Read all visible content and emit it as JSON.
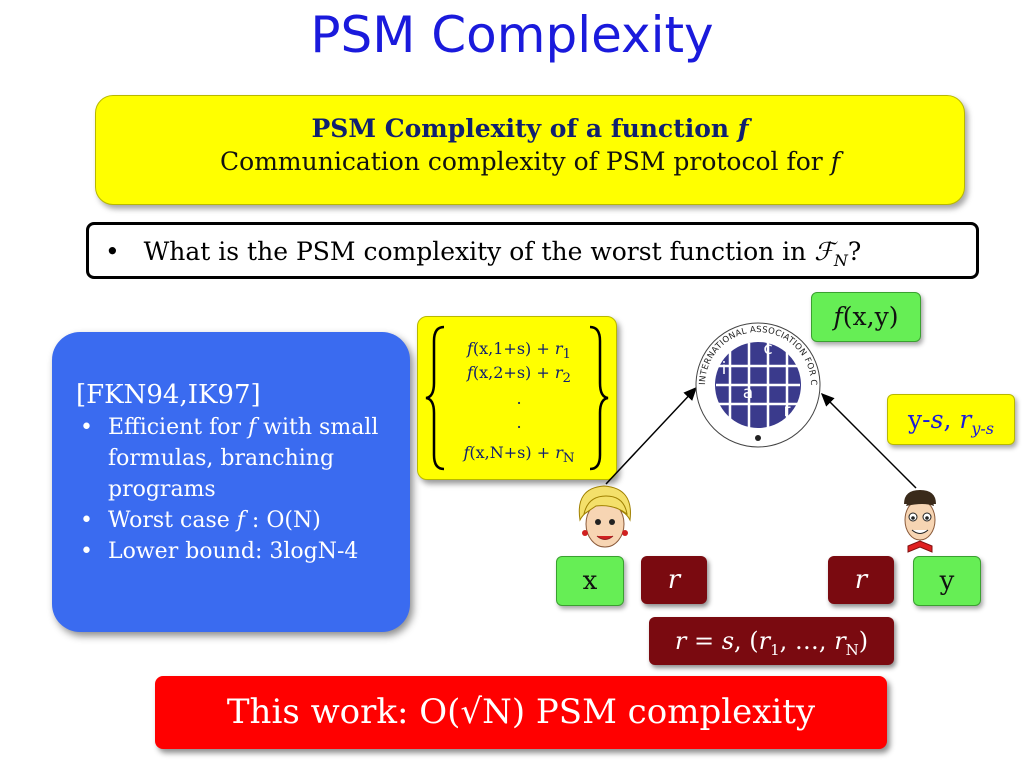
{
  "title": "PSM Complexity",
  "definition": {
    "line1": "PSM Complexity of a function",
    "line1_var": "f",
    "line2": "Communication complexity of PSM protocol for",
    "line2_var": "f"
  },
  "question": {
    "bullet": "•",
    "text": "What is the PSM complexity of the worst function in",
    "family": "ℱ",
    "family_sub": "N",
    "end": "?"
  },
  "prior_work": {
    "header": "[FKN94,IK97]",
    "bullets": [
      {
        "pre": "Efficient for",
        "var": "f",
        "post": "with small formulas, branching programs"
      },
      {
        "pre": "Worst case",
        "var": "f",
        "post": ": O(N)"
      },
      {
        "pre": "Lower bound: 3logN-4",
        "var": "",
        "post": ""
      }
    ]
  },
  "message_rows": [
    {
      "fn": "f",
      "args": "(x,1+s) +",
      "r": "r",
      "sub": "1"
    },
    {
      "fn": "f",
      "args": "(x,2+s) +",
      "r": "r",
      "sub": "2"
    },
    {
      "dot": "."
    },
    {
      "dot": "."
    },
    {
      "fn": "f",
      "args": "(x,N+s) +",
      "r": "r",
      "sub": "N"
    }
  ],
  "output_label": {
    "fn": "f",
    "args": "(x,y)"
  },
  "bob_message": {
    "pre": "y-",
    "s": "s",
    "sep": ",",
    "r": "r",
    "sub": "y-s"
  },
  "alice_input": "x",
  "bob_input": "y",
  "alice_random": "r",
  "bob_random": "r",
  "random_def": {
    "r": "r",
    "eq": " = ",
    "s": "s",
    "mid": ", (",
    "r1": "r",
    "s1": "1",
    "dots": ", …, ",
    "rn": "r",
    "sn": "N",
    "end": ")"
  },
  "seal": {
    "ring_text": "INTERNATIONAL ASSOCIATION FOR CRYPTOLOGIC RESEARCH",
    "letters": [
      "c",
      "i",
      "a",
      "r"
    ]
  },
  "result": "This work: O(√N) PSM complexity",
  "colors": {
    "title": "#1a1adc",
    "yellow": "#ffff00",
    "blue": "#3a6bf0",
    "green": "#66ee55",
    "maroon": "#7a0a10",
    "red": "#ff0000",
    "seal": "#3a3a8c"
  }
}
